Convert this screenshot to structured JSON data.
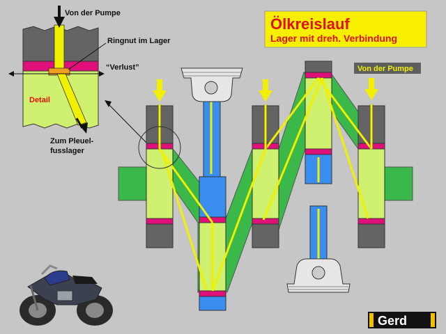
{
  "title": {
    "line1": "Ölkreislauf",
    "line2": "Lager mit dreh. Verbindung"
  },
  "detail": {
    "from_pump": "Von der Pumpe",
    "groove": "Ringnut im Lager",
    "loss": "“Verlust”",
    "detail_word": "Detail",
    "to_rod_line1": "Zum Pleuel-",
    "to_rod_line2": "fusslager"
  },
  "badge": {
    "from_pump": "Von der Pumpe"
  },
  "logo": {
    "text": "Gerd"
  },
  "colors": {
    "background": "#c6c6c6",
    "bearing_green": "#d0f070",
    "web_green": "#3ab84a",
    "crank_gray": "#646464",
    "magenta": "#e0107a",
    "oil_yellow": "#f0f000",
    "rod_blue": "#3a8ef0",
    "title_red": "#e01010",
    "title_bg": "#f8f000"
  }
}
